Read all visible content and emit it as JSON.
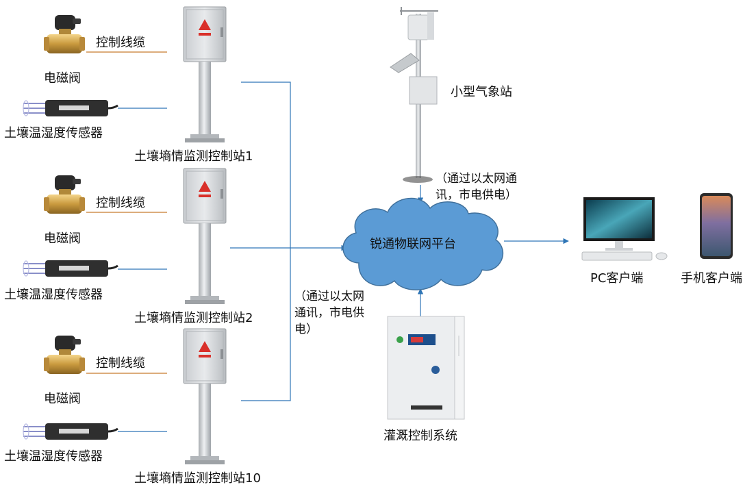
{
  "platform": {
    "label": "锐通物联网平台",
    "fill": "#5b9bd5",
    "stroke": "#41719c"
  },
  "link_color": "#2e75b6",
  "stations": [
    {
      "label": "土壤墒情监测控制站1",
      "valve_label": "电磁阀",
      "cable_label": "控制线缆",
      "sensor_label": "土壤温湿度传感器"
    },
    {
      "label": "土壤墒情监测控制站2",
      "valve_label": "电磁阀",
      "cable_label": "控制线缆",
      "sensor_label": "土壤温湿度传感器"
    },
    {
      "label": "土壤墒情监测控制站10",
      "valve_label": "电磁阀",
      "cable_label": "控制线缆",
      "sensor_label": "土壤温湿度传感器"
    }
  ],
  "weather_station": {
    "label": "小型气象站",
    "note_line1": "（通过以太网通",
    "note_line2": "讯，市电供电）"
  },
  "stations_note": {
    "line1": "（通过以太网",
    "line2": "通讯，市电供",
    "line3": "电）"
  },
  "irrigation": {
    "label": "灌溉控制系统"
  },
  "clients": {
    "pc": "PC客户端",
    "mobile": "手机客户端"
  },
  "icons": {
    "valve": "solenoid-valve-icon",
    "sensor": "soil-sensor-probe-icon",
    "station": "monitoring-station-cabinet-icon",
    "weather": "weather-station-mast-icon",
    "irrigation": "irrigation-control-cabinet-icon",
    "pc": "desktop-computer-icon",
    "mobile": "smartphone-icon"
  }
}
